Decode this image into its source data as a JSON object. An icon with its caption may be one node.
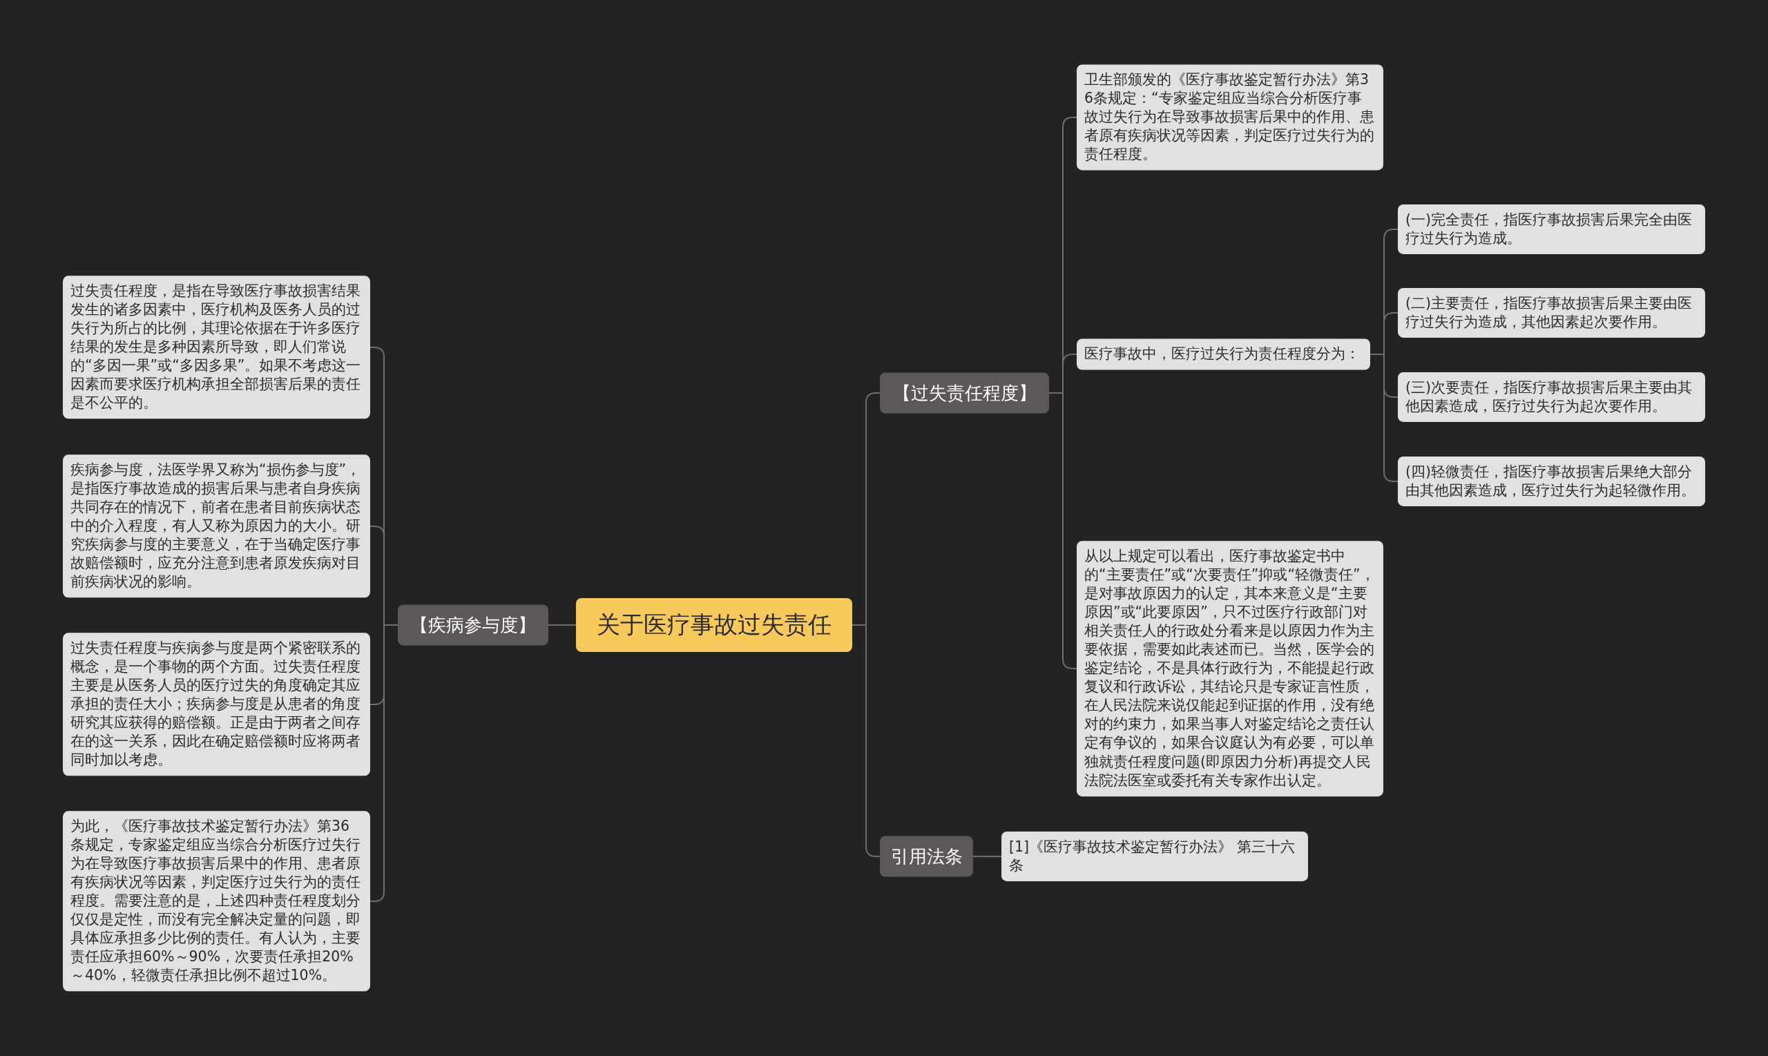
{
  "diagram": {
    "nodes": [
      {
        "text": [
          "关于医疗事故过失责任"
        ]
      },
      {
        "text": [
          "【过失责任程度】"
        ]
      },
      {
        "text": [
          "卫生部颁发的《医疗事故鉴定暂行办法》第36条规定：“专家鉴定组应当综合分析医疗事故过失行为在导致事故损害后果中的作用、患者原有疾病状况等因素，判定医疗过失行为的责任程度。"
        ]
      },
      {
        "text": [
          "医疗事故中，医疗过失行为责任程度分为："
        ]
      },
      {
        "text": [
          "(一)完全责任，指医疗事故损害后果完全由医疗过失行为造成。"
        ]
      },
      {
        "text": [
          "(二)主要责任，指医疗事故损害后果主要由医疗过失行为造成，其他因素起次要作用。"
        ]
      },
      {
        "text": [
          "(三)次要责任，指医疗事故损害后果主要由其他因素造成，医疗过失行为起次要作用。"
        ]
      },
      {
        "text": [
          "(四)轻微责任，指医疗事故损害后果绝大部分由其他因素造成，医疗过失行为起轻微作用。"
        ]
      },
      {
        "text": [
          "从以上规定可以看出，医疗事故鉴定书中的“主要责任”或“次要责任”抑或“轻微责任”，是对事故原因力的认定，其本来意义是“主要原因”或“此要原因”，只不过医疗行政部门对相关责任人的行政处分看来是以原因力作为主要依据，需要如此表述而已。当然，医学会的鉴定结论，不是具体行政行为，不能提起行政复议和行政诉讼，其结论只是专家证言性质，在人民法院来说仅能起到证据的作用，没有绝对的约束力，如果当事人对鉴定结论之责任认定有争议的，如果合议庭认为有必要，可以单独就责任程度问题(即原因力分析)再提交人民法院法医室或委托有关专家作出认定。"
        ]
      },
      {
        "text": [
          "引用法条"
        ]
      },
      {
        "text": [
          "[1]《医疗事故技术鉴定暂行办法》 第三十六条"
        ]
      },
      {
        "text": [
          "【疾病参与度】"
        ]
      },
      {
        "text": [
          "过失责任程度，是指在导致医疗事故损害结果发生的诸多因素中，医疗机构及医务人员的过失行为所占的比例，其理论依据在于许多医疗结果的发生是多种因素所导致，即人们常说的“多因一果”或“多因多果”。如果不考虑这一因素而要求医疗机构承担全部损害后果的责任是不公平的。"
        ]
      },
      {
        "text": [
          "疾病参与度，法医学界又称为“损伤参与度”，是指医疗事故造成的损害后果与患者自身疾病共同存在的情况下，前者在患者目前疾病状态中的介入程度，有人又称为原因力的大小。研究疾病参与度的主要意义，在于当确定医疗事故赔偿额时，应充分注意到患者原发疾病对目前疾病状况的影响。"
        ]
      },
      {
        "text": [
          "过失责任程度与疾病参与度是两个紧密联系的概念，是一个事物的两个方面。过失责任程度主要是从医务人员的医疗过失的角度确定其应承担的责任大小；疾病参与度是从患者的角度研究其应获得的赔偿额。正是由于两者之间存在的这一关系，因此在确定赔偿额时应将两者同时加以考虑。"
        ]
      },
      {
        "text": [
          "为此，《医疗事故技术鉴定暂行办法》第36条规定，专家鉴定组应当综合分析医疗过失行为在导致医疗事故损害后果中的作用、患者原有疾病状况等因素，判定医疗过失行为的责任程度。需要注意的是，上述四种责任程度划分仅仅是定性，而没有完全解决定量的问题，即具体应承担多少比例的责任。有人认为，主要责任应承担60%～90%，次要责任承担20%～40%，轻微责任承担比例不超过10%。"
        ]
      }
    ],
    "edges": [
      {
        "from": 0,
        "to": 1,
        "arrow": "none"
      },
      {
        "from": 1,
        "to": 2,
        "arrow": "none"
      },
      {
        "from": 1,
        "to": 3,
        "arrow": "none"
      },
      {
        "from": 3,
        "to": 4,
        "arrow": "none"
      },
      {
        "from": 3,
        "to": 5,
        "arrow": "none"
      },
      {
        "from": 3,
        "to": 6,
        "arrow": "none"
      },
      {
        "from": 3,
        "to": 7,
        "arrow": "none"
      },
      {
        "from": 1,
        "to": 8,
        "arrow": "none"
      },
      {
        "from": 0,
        "to": 9,
        "arrow": "none"
      },
      {
        "from": 9,
        "to": 10,
        "arrow": "none"
      },
      {
        "from": 0,
        "to": 11,
        "arrow": "none"
      },
      {
        "from": 11,
        "to": 12,
        "arrow": "none"
      },
      {
        "from": 11,
        "to": 13,
        "arrow": "none"
      },
      {
        "from": 11,
        "to": 14,
        "arrow": "none"
      },
      {
        "from": 11,
        "to": 15,
        "arrow": "none"
      }
    ]
  }
}
